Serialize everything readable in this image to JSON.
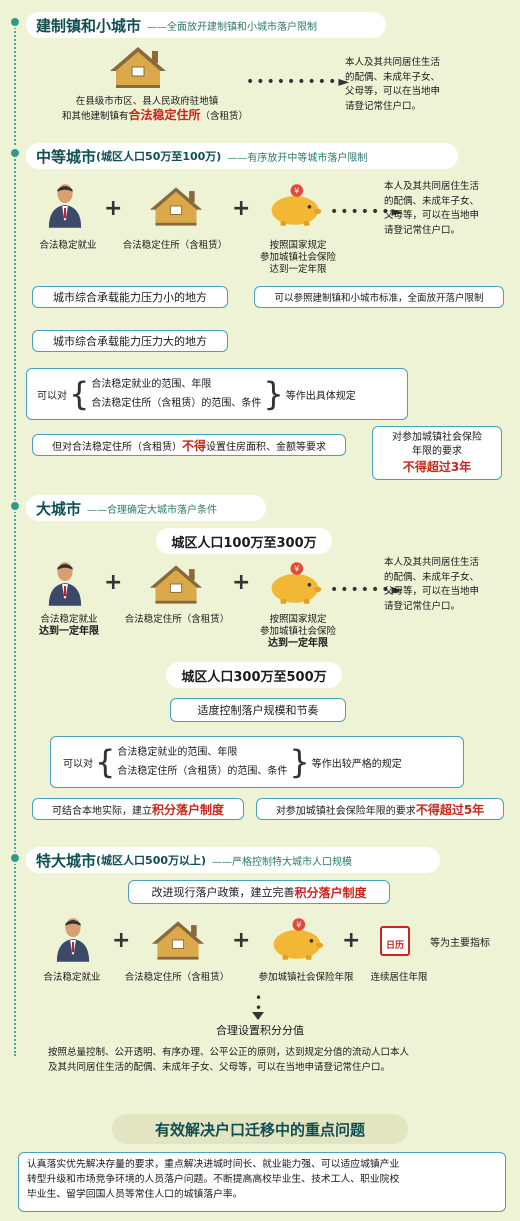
{
  "s1": {
    "title": "建制镇和小城市",
    "sub": "——全面放开建制镇和小城市落户限制",
    "house_pre": "在县级市市区、县人民政府驻地镇",
    "house_l2pre": "和其他建制镇有",
    "house_big": "合法稳定住所",
    "house_tail": "（含租赁）",
    "res": [
      "本人及其共同居住生活",
      "的配偶、未成年子女、",
      "父母等，可以在当地申",
      "请登记常住户口。"
    ]
  },
  "s2": {
    "title": "中等城市",
    "paren": "(城区人口50万至100万)",
    "sub": "——有序放开中等城市落户限制",
    "l1": "合法稳定就业",
    "l2": "合法稳定住所（含租赁）",
    "l3": [
      "按照国家规定",
      "参加城镇社会保险",
      "达到一定年限"
    ],
    "res": [
      "本人及其共同居住生活",
      "的配偶、未成年子女、",
      "父母等，可以在当地申",
      "请登记常住户口。"
    ],
    "small_box": "城市综合承载能力压力小的地方",
    "small_res": "可以参照建制镇和小城市标准，全面放开落户限制",
    "big_box": "城市综合承载能力压力大的地方",
    "can": "可以对",
    "b1": "合法稳定就业的范围、年限",
    "b2": "合法稳定住所（含租赁）的范围、条件",
    "make": "等作出具体规定",
    "but_pre": "但对合法稳定住所（含租赁）",
    "but_red": "不得",
    "but_post": "设置住房面积、金额等要求",
    "ins": [
      "对参加城镇社会保险",
      "年限的要求"
    ],
    "ins_red": "不得超过3年"
  },
  "s3": {
    "title": "大城市",
    "sub": "——合理确定大城市落户条件",
    "pop1": "城区人口100万至300万",
    "l1": [
      "合法稳定就业",
      "达到一定年限"
    ],
    "l2": "合法稳定住所（含租赁）",
    "l3": [
      "按照国家规定",
      "参加城镇社会保险",
      "达到一定年限"
    ],
    "res": [
      "本人及其共同居住生活",
      "的配偶、未成年子女、",
      "父母等，可以在当地申",
      "请登记常住户口。"
    ],
    "pop2": "城区人口300万至500万",
    "ctrl": "适度控制落户规模和节奏",
    "can": "可以对",
    "b1": "合法稳定就业的范围、年限",
    "b2": "合法稳定住所（含租赁）的范围、条件",
    "make": "等作出较严格的规定",
    "pts_pre": "可结合本地实际，建立",
    "pts_red": "积分落户制度",
    "ins_pre": "对参加城镇社会保险年限的要求",
    "ins_red": "不得超过5年"
  },
  "s4": {
    "title": "特大城市",
    "paren": "(城区人口500万以上)",
    "sub": "——严格控制特大城市人口规模",
    "reform_pre": "改进现行落户政策，建立完善",
    "reform_red": "积分落户制度",
    "l1": "合法稳定就业",
    "l2": "合法稳定住所（含租赁）",
    "l3": "参加城镇社会保险年限",
    "l4": "连续居住年限",
    "calendar": "日历",
    "main": "等为主要指标",
    "score": "合理设置积分分值",
    "para": [
      "按照总量控制、公开透明、有序办理、公平公正的原则，达到规定分值的流动人口本人",
      "及其共同居住生活的配偶、未成年子女、父母等，可以在当地申请登记常住户口。"
    ]
  },
  "s5": {
    "title": "有效解决户口迁移中的重点问题",
    "para": [
      "认真落实优先解决存量的要求，重点解决进城时间长、就业能力强、可以适应城镇产业",
      "转型升级和市场竞争环境的人员落户问题。不断提高高校毕业生、技术工人、职业院校",
      "毕业生、留学回国人员等常住人口的城镇落户率。"
    ]
  },
  "colors": {
    "teal": "#0f4f52",
    "accent": "#2f9a8c",
    "red": "#c9261c",
    "house": "#d7a446",
    "pig": "#f2b735"
  }
}
